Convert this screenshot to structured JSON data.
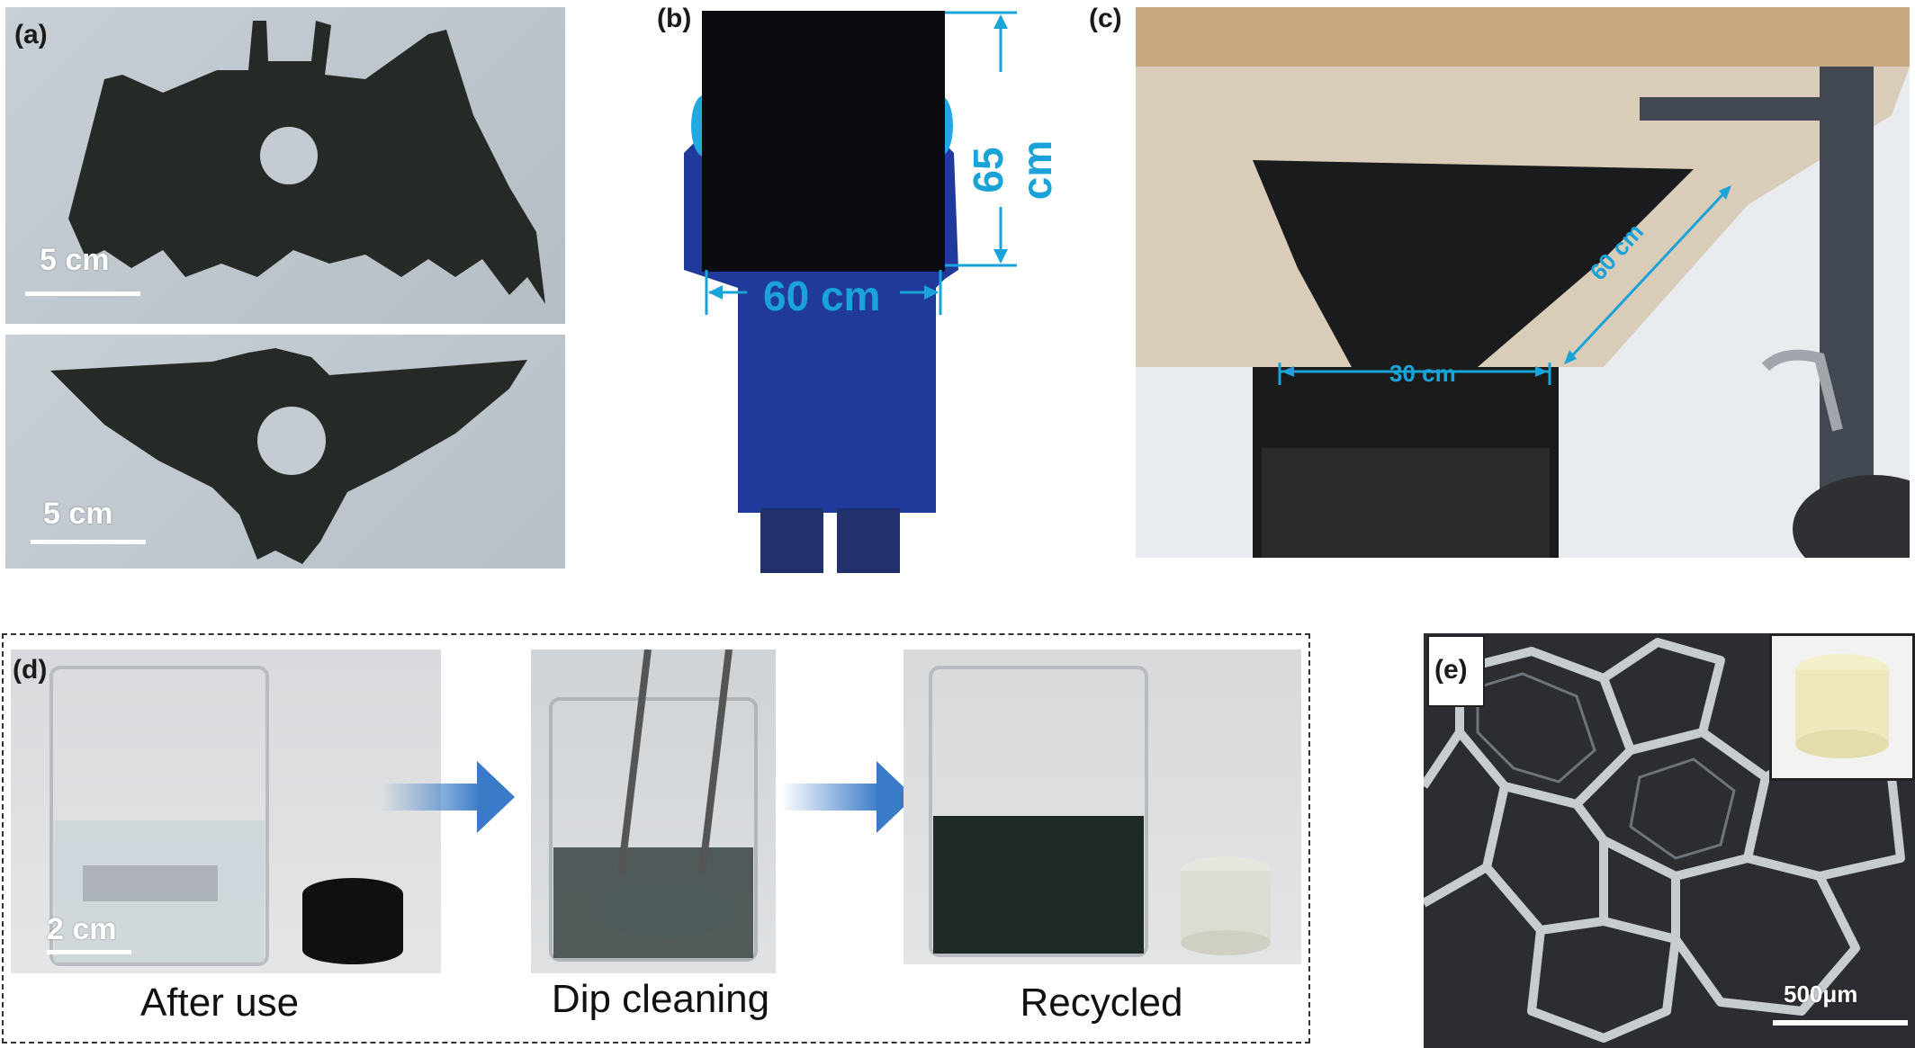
{
  "panels": {
    "a": {
      "label": "(a)",
      "top_scale": "5 cm",
      "bottom_scale": "5 cm",
      "shape_icons": [
        "bat-shaped-foam-icon",
        "eagle-shaped-foam-icon"
      ]
    },
    "b": {
      "label": "(b)",
      "height_dim": "65 cm",
      "width_dim": "60 cm"
    },
    "c": {
      "label": "(c)",
      "width_dim": "30 cm",
      "length_dim": "60 cm"
    },
    "d": {
      "label": "(d)",
      "scale": "2 cm",
      "steps": [
        "After use",
        "Dip cleaning",
        "Recycled"
      ]
    },
    "e": {
      "label": "(e)",
      "scale": "500μm"
    }
  },
  "colors": {
    "dimension_blue": "#1aa3d8",
    "arrow_blue": "#3a7bc8",
    "foam_black": "#262a26",
    "coat_blue": "#1f3a9a"
  }
}
